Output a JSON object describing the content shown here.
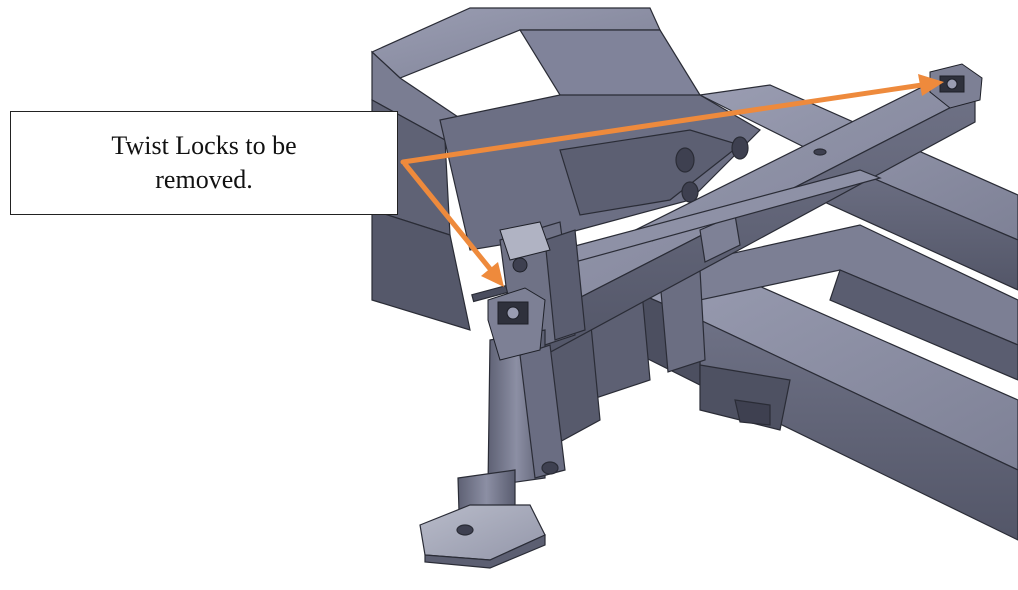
{
  "annotation": {
    "text": "Twist Locks to be removed.",
    "arrow_color": "#EE8A3C"
  },
  "colors": {
    "frame_light": "#8A8DA3",
    "frame_mid": "#6F7286",
    "frame_dark": "#55586A",
    "frame_shadow": "#3E4050",
    "edge": "#2A2C36",
    "background": "#FFFFFF"
  },
  "parts": [
    "main-frame",
    "cross-beam",
    "landing-leg",
    "twist-lock-front",
    "twist-lock-rear"
  ]
}
